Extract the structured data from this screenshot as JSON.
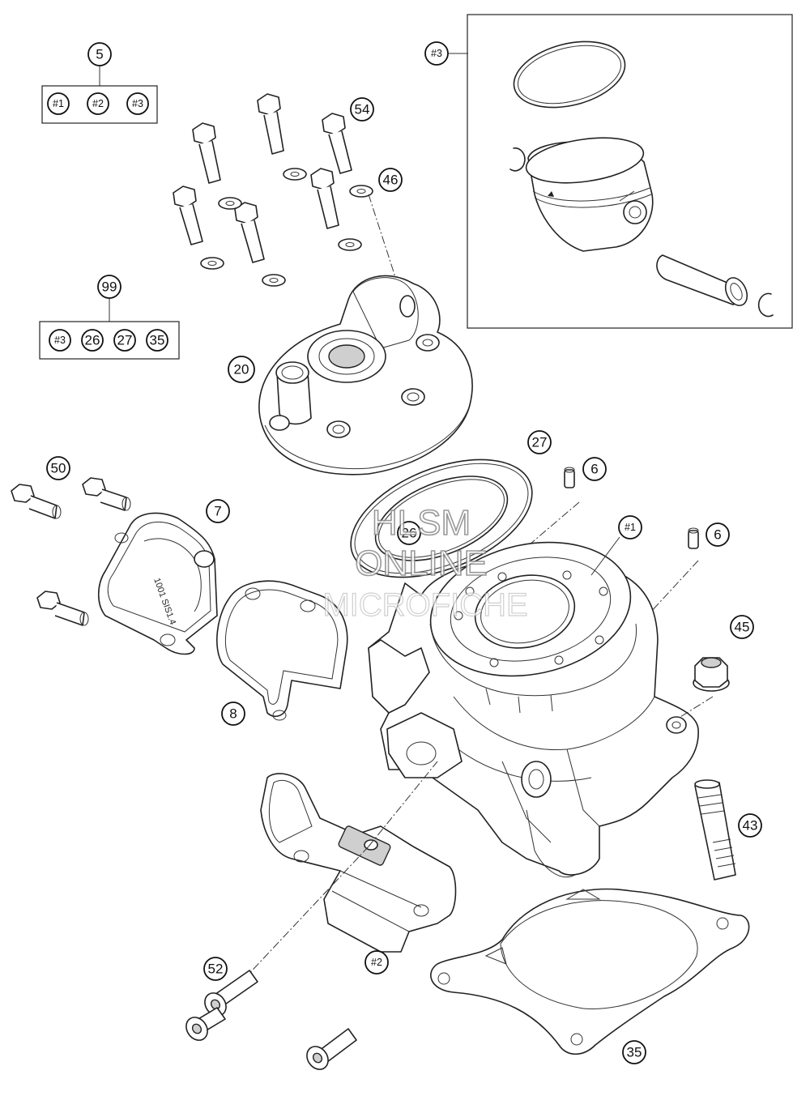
{
  "callouts": {
    "c5": "5",
    "c5_1": "#1",
    "c5_2": "#2",
    "c5_3": "#3",
    "c99": "99",
    "c99_1": "#3",
    "c99_2": "26",
    "c99_3": "27",
    "c99_4": "35",
    "c54": "54",
    "c46": "46",
    "c20": "20",
    "c3_inset": "#3",
    "c27": "27",
    "c26": "26",
    "c6a": "6",
    "c6b": "6",
    "c1": "#1",
    "c50": "50",
    "c7": "7",
    "c8": "8",
    "c45": "45",
    "c43": "43",
    "c2": "#2",
    "c52": "52",
    "c35": "35"
  },
  "watermark": {
    "line1": "HLSM",
    "line2": "ONLINE",
    "line3": "MICROFICHE"
  },
  "stamp_text": "1001 SIS1.4"
}
